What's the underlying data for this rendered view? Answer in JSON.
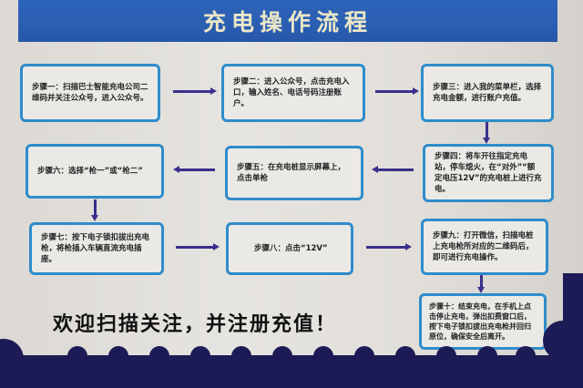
{
  "title": "充电操作流程",
  "steps": [
    {
      "id": 1,
      "text": "步骤一：扫描巴士智能充电公司二维码并关注公众号，进入公众号。"
    },
    {
      "id": 2,
      "text": "步骤二：进入公众号，点击充电入口，输入姓名、电话号码注册账户。"
    },
    {
      "id": 3,
      "text": "步骤三：进入我的菜单栏，选择充电金额，进行账户充值。"
    },
    {
      "id": 4,
      "text": "步骤四：将车开往指定充电站，停车熄火，在“对外”“额定电压12V”的充电桩上进行充电。"
    },
    {
      "id": 5,
      "text": "步骤五：在充电桩显示屏幕上，点击单枪"
    },
    {
      "id": 6,
      "text": "步骤六：选择“枪一”或“枪二”"
    },
    {
      "id": 7,
      "text": "步骤七：按下电子锁扣拔出充电枪，将枪插入车辆直流充电插座。"
    },
    {
      "id": 8,
      "text": "步骤八：点击“12V”"
    },
    {
      "id": 9,
      "text": "步骤九：打开微信，扫描电桩上充电枪所对应的二维码后，即可进行充电操作。"
    },
    {
      "id": 10,
      "text": "步骤十：结束充电，在手机上点击停止充电，弹出扣费窗口后，按下电子锁扣拔出充电枪并回归原位，确保安全后离开。"
    }
  ],
  "slogan": "欢迎扫描关注，并注册充值！",
  "colors": {
    "banner": "#2a5fb4",
    "box_border": "#2f8ccb",
    "arrow": "#3a2f8c",
    "bottom_band": "#1d1b55"
  }
}
